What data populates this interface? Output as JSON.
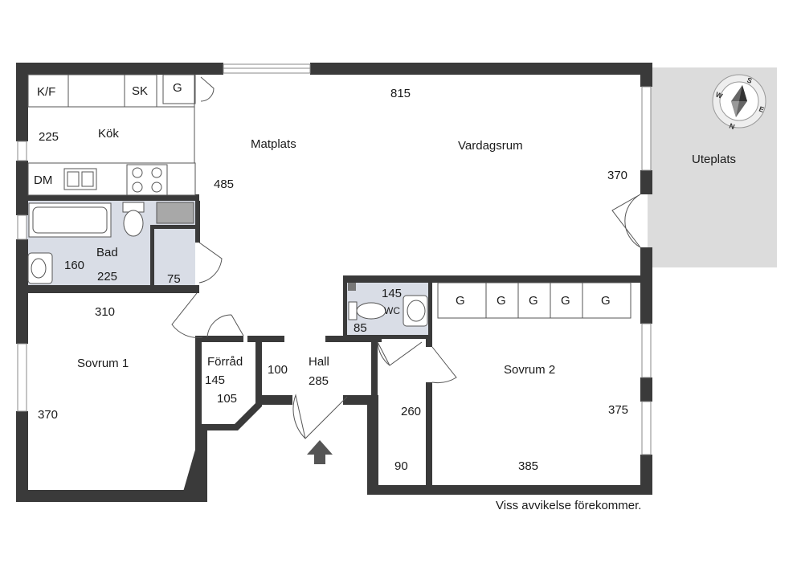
{
  "rooms": {
    "kok": "Kök",
    "matplats": "Matplats",
    "vardagsrum": "Vardagsrum",
    "uteplats": "Uteplats",
    "bad": "Bad",
    "wc": "WC",
    "sovrum1": "Sovrum 1",
    "sovrum2": "Sovrum 2",
    "forrad": "Förråd",
    "hall": "Hall"
  },
  "fixtures": {
    "kf": "K/F",
    "sk": "SK",
    "dm": "DM",
    "g": "G"
  },
  "dimensions": {
    "kok_225": "225",
    "vardagsrum_815": "815",
    "matplats_485": "485",
    "vardagsrum_370": "370",
    "bad_160": "160",
    "bad_225": "225",
    "bad_75": "75",
    "wc_145": "145",
    "wc_85": "85",
    "sovrum1_310": "310",
    "sovrum1_370": "370",
    "forrad_145": "145",
    "forrad_105": "105",
    "hall_100": "100",
    "hall_285": "285",
    "corr_260": "260",
    "corr_90": "90",
    "sovrum2_375": "375",
    "sovrum2_385": "385"
  },
  "compass": {
    "s": "S",
    "w": "W",
    "n": "N",
    "e": "E"
  },
  "disclaimer": "Viss avvikelse förekommer.",
  "colors": {
    "wall": "#3a3a3a",
    "wet_room": "#d9dde6",
    "patio": "#dcdcdc",
    "entrance_arrow": "#555555"
  }
}
